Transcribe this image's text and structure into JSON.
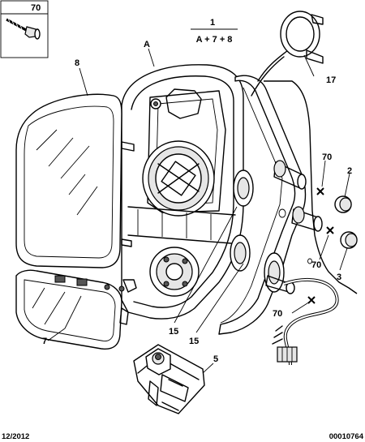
{
  "labels": {
    "screw_ref": "70",
    "assembly_ref": "1",
    "assembly_formula": "A + 7 + 8",
    "housing_ref": "A",
    "glass_back_ref": "8",
    "mirror_glass_ref": "7",
    "switch_ref": "5",
    "ring_ref": "17",
    "cap_upper_ref": "2",
    "cap_lower_ref": "3",
    "clip_upper_ref": "70",
    "clip_middle_ref": "70",
    "clip_lower_ref": "70",
    "motor_left_ref": "15",
    "motor_right_ref": "15"
  },
  "footer": {
    "date": "12/2012",
    "diagram_number": "00010764"
  }
}
